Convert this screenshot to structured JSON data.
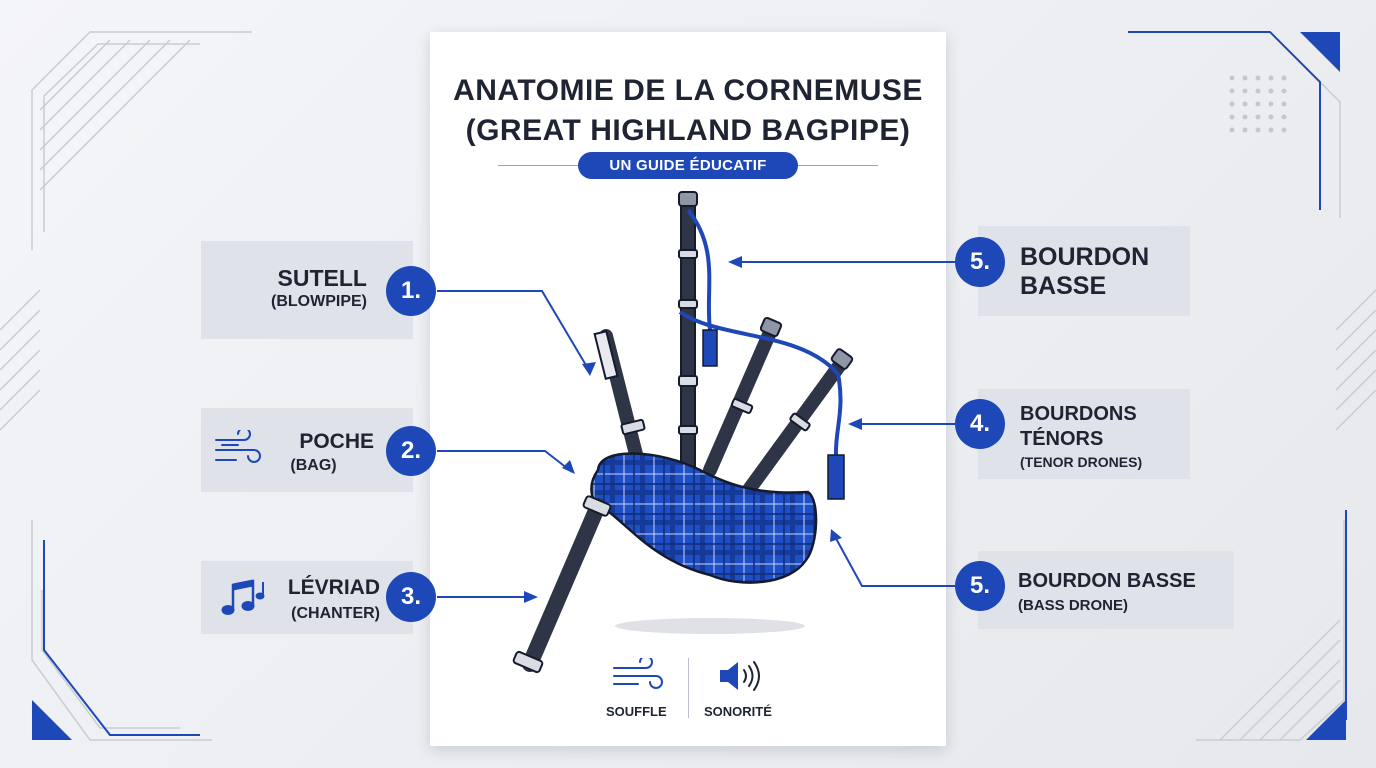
{
  "poster": {
    "title_line1": "ANATOMIE DE LA CORNEMUSE",
    "title_line2": "(GREAT HIGHLAND BAGPIPE)",
    "subtitle": "UN GUIDE ÉDUCATIF"
  },
  "labels": [
    {
      "number": "1.",
      "name": "SUTELL",
      "sub": "(BLOWPIPE)",
      "icon": ""
    },
    {
      "number": "2.",
      "name": "POCHE",
      "sub": "(BAG)",
      "icon": "wind-icon"
    },
    {
      "number": "3.",
      "name": "LÉVRIAD",
      "sub": "(CHANTER)",
      "icon": "music-notes-icon"
    },
    {
      "number": "5.",
      "name_line1": "BOURDON",
      "name_line2": "BASSE"
    },
    {
      "number": "4.",
      "name_line1": "BOURDONS",
      "name_line2": "TÉNORS",
      "sub": "(TENOR DRONES)"
    },
    {
      "number": "5.",
      "name": "BOURDON BASSE",
      "sub": "(BASS DRONE)"
    }
  ],
  "footer": [
    {
      "label": "SOUFFLE",
      "icon": "wind-icon"
    },
    {
      "label": "SONORITÉ",
      "icon": "speaker-icon"
    }
  ],
  "colors": {
    "accent": "#1e48b8",
    "ink": "#1f2433",
    "label_bg": "#dfe2e8",
    "tartan": "#1f4fc4"
  }
}
